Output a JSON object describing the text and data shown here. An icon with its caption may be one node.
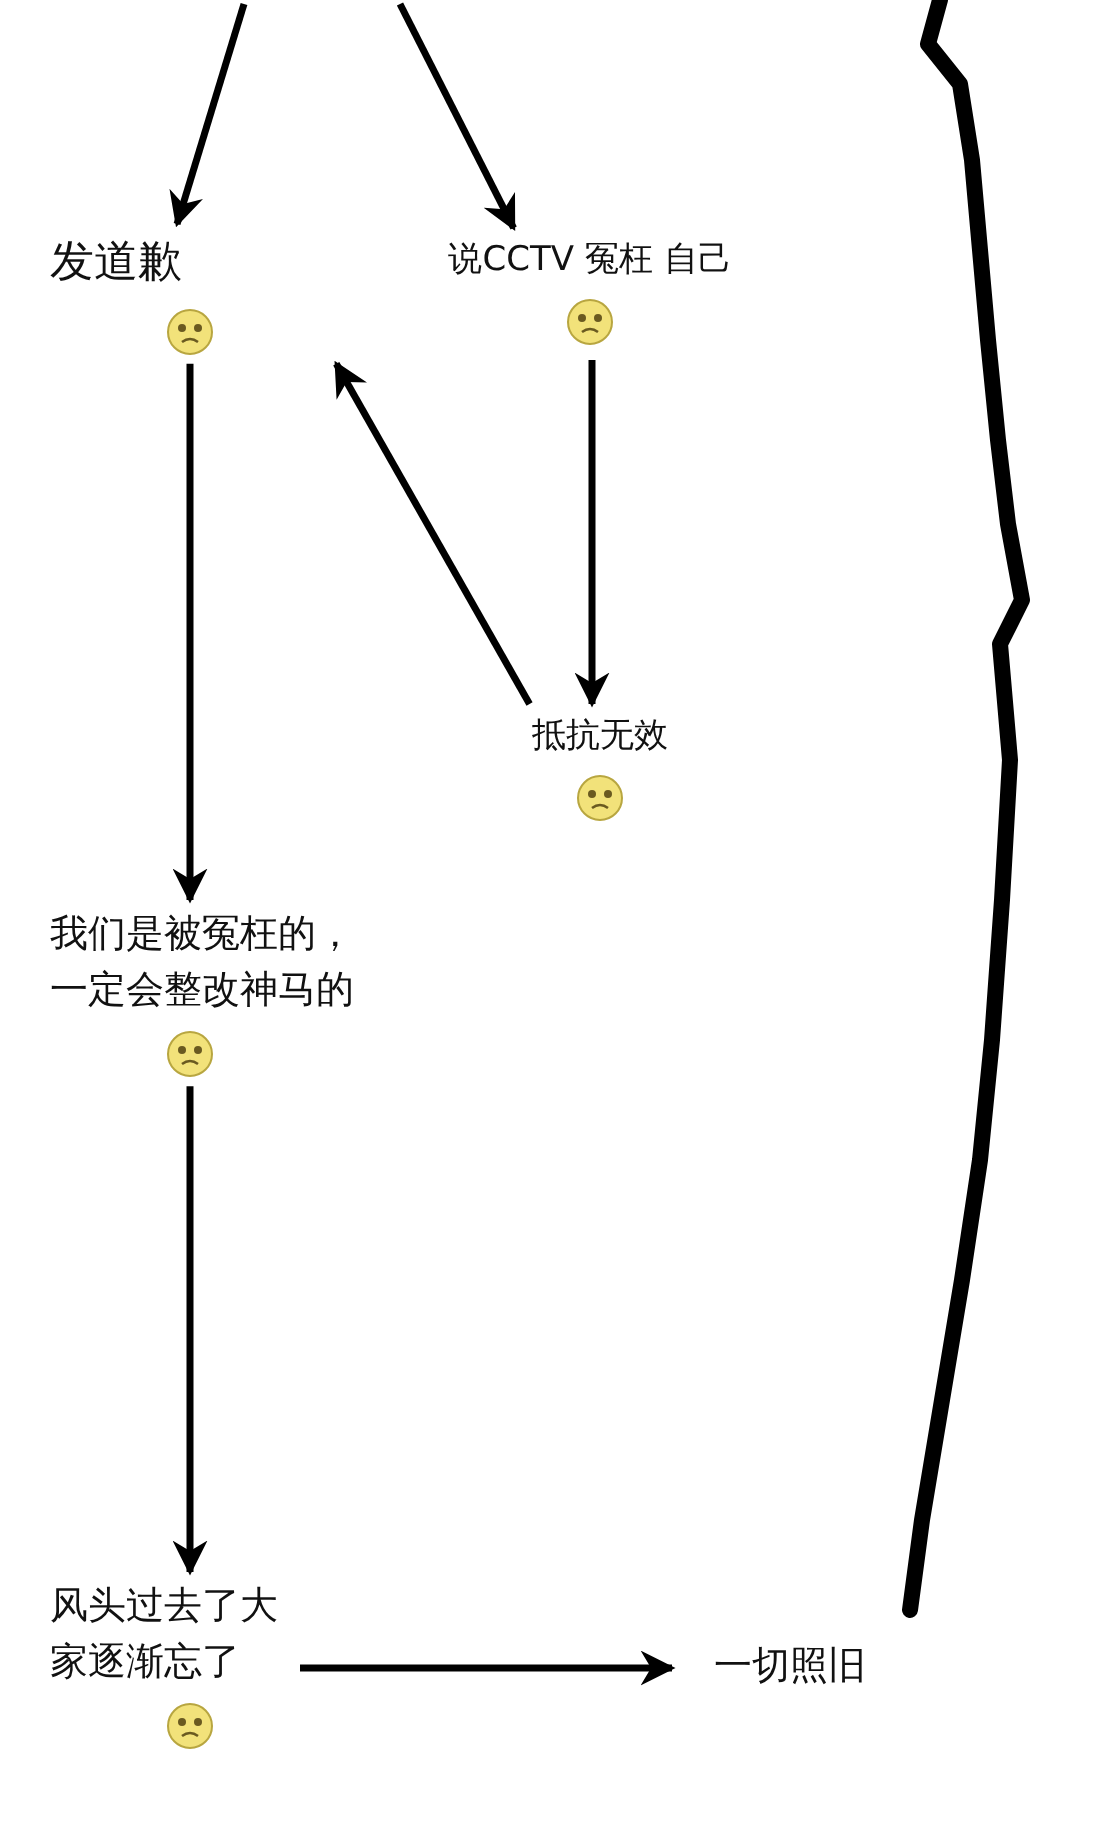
{
  "diagram": {
    "nodes": [
      {
        "text": [
          "发道歉"
        ]
      },
      {
        "text": [
          "说CCTV 冤枉 自己"
        ]
      },
      {
        "text": [
          "抵抗无效"
        ]
      },
      {
        "text": [
          "我们是被冤枉的，一定会整改神马的"
        ]
      },
      {
        "text": [
          "风头过去了大家逐渐忘了"
        ]
      },
      {
        "text": [
          "一切照旧"
        ]
      }
    ],
    "edges": [
      {
        "from": null,
        "to": 0,
        "arrow": "to"
      },
      {
        "from": null,
        "to": 1,
        "arrow": "to"
      },
      {
        "from": 1,
        "to": 2,
        "arrow": "to"
      },
      {
        "from": 2,
        "to": 0,
        "arrow": "to"
      },
      {
        "from": 0,
        "to": 3,
        "arrow": "to"
      },
      {
        "from": 3,
        "to": 4,
        "arrow": "to"
      },
      {
        "from": 4,
        "to": 5,
        "arrow": "to"
      }
    ]
  }
}
